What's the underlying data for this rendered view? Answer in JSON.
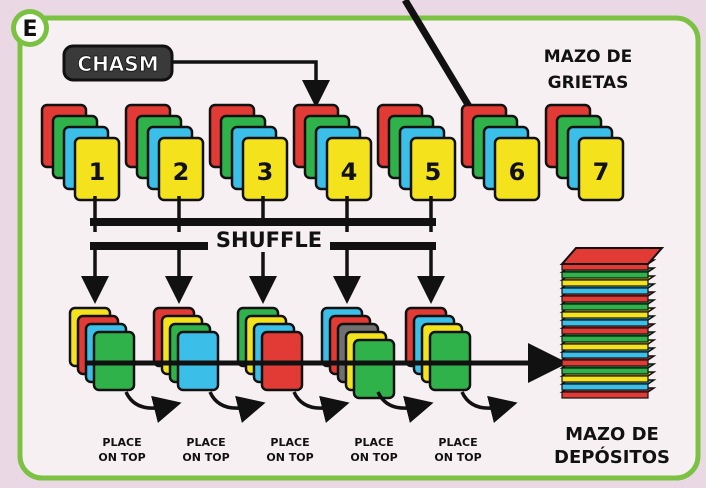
{
  "panel": {
    "letter": "E"
  },
  "chasm": {
    "logo_text": "CHASM"
  },
  "rift_deck": {
    "line1": "MAZO DE",
    "line2": "GRIETAS"
  },
  "shuffle_label": "SHUFFLE",
  "deposit_deck": {
    "line1": "MAZO DE",
    "line2": "DEPÓSITOS"
  },
  "place_on_top": {
    "line1": "PLACE",
    "line2": "ON TOP"
  },
  "rift_cards": [
    "1",
    "2",
    "3",
    "4",
    "5",
    "6",
    "7"
  ],
  "colors": {
    "red": "#e23a34",
    "green": "#2fb24a",
    "blue": "#3bbfe8",
    "yellow": "#f4e21c",
    "gray": "#707070",
    "frame_green": "#7cc242",
    "frame_bg": "#f7f0f3"
  },
  "stacks": [
    {
      "top": "green"
    },
    {
      "top": "blue"
    },
    {
      "top": "red"
    },
    {
      "top": "green"
    },
    {
      "top": "green"
    }
  ],
  "deposit_layers": [
    "red",
    "blue",
    "yellow",
    "green",
    "red",
    "blue",
    "yellow",
    "green",
    "red",
    "blue",
    "yellow",
    "green",
    "red",
    "blue",
    "yellow",
    "green",
    "red"
  ]
}
